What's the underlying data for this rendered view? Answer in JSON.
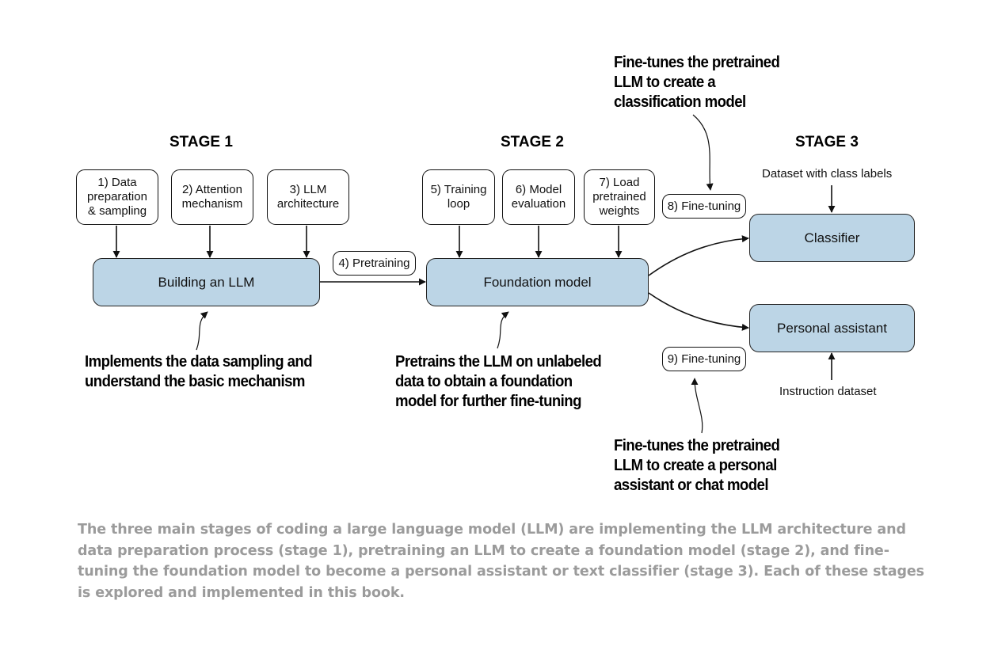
{
  "stages": {
    "stage1": "STAGE 1",
    "stage2": "STAGE 2",
    "stage3": "STAGE 3"
  },
  "steps": {
    "s1": "1) Data\npreparation\n& sampling",
    "s2": "2) Attention\nmechanism",
    "s3": "3) LLM\narchitecture",
    "s4": "4) Pretraining",
    "s5": "5) Training\nloop",
    "s6": "6) Model\nevaluation",
    "s7": "7) Load\npretrained\nweights",
    "s8": "8) Fine-tuning",
    "s9": "9) Fine-tuning"
  },
  "boxes": {
    "building": "Building an LLM",
    "foundation": "Foundation model",
    "classifier": "Classifier",
    "assistant": "Personal assistant"
  },
  "inputs": {
    "class_labels": "Dataset with class labels",
    "instruction": "Instruction dataset"
  },
  "notes": {
    "classification": "Fine-tunes the pretrained\nLLM to create a\nclassification model",
    "stage1": "Implements the data sampling and\nunderstand the basic mechanism",
    "stage2": "Pretrains the LLM on unlabeled\ndata to obtain a foundation\nmodel for further fine-tuning",
    "assistant": "Fine-tunes the pretrained\nLLM to create a personal\nassistant or chat model"
  },
  "caption": "The three main stages of coding a large language model (LLM) are implementing the LLM architecture and data preparation process (stage 1), pretraining an LLM to create a foundation model (stage 2), and fine-tuning the foundation model to become a personal assistant or text classifier (stage 3). Each of these stages is explored and implemented in this book.",
  "colors": {
    "box_fill": "#bcd5e6",
    "caption": "#9b9b9b"
  }
}
